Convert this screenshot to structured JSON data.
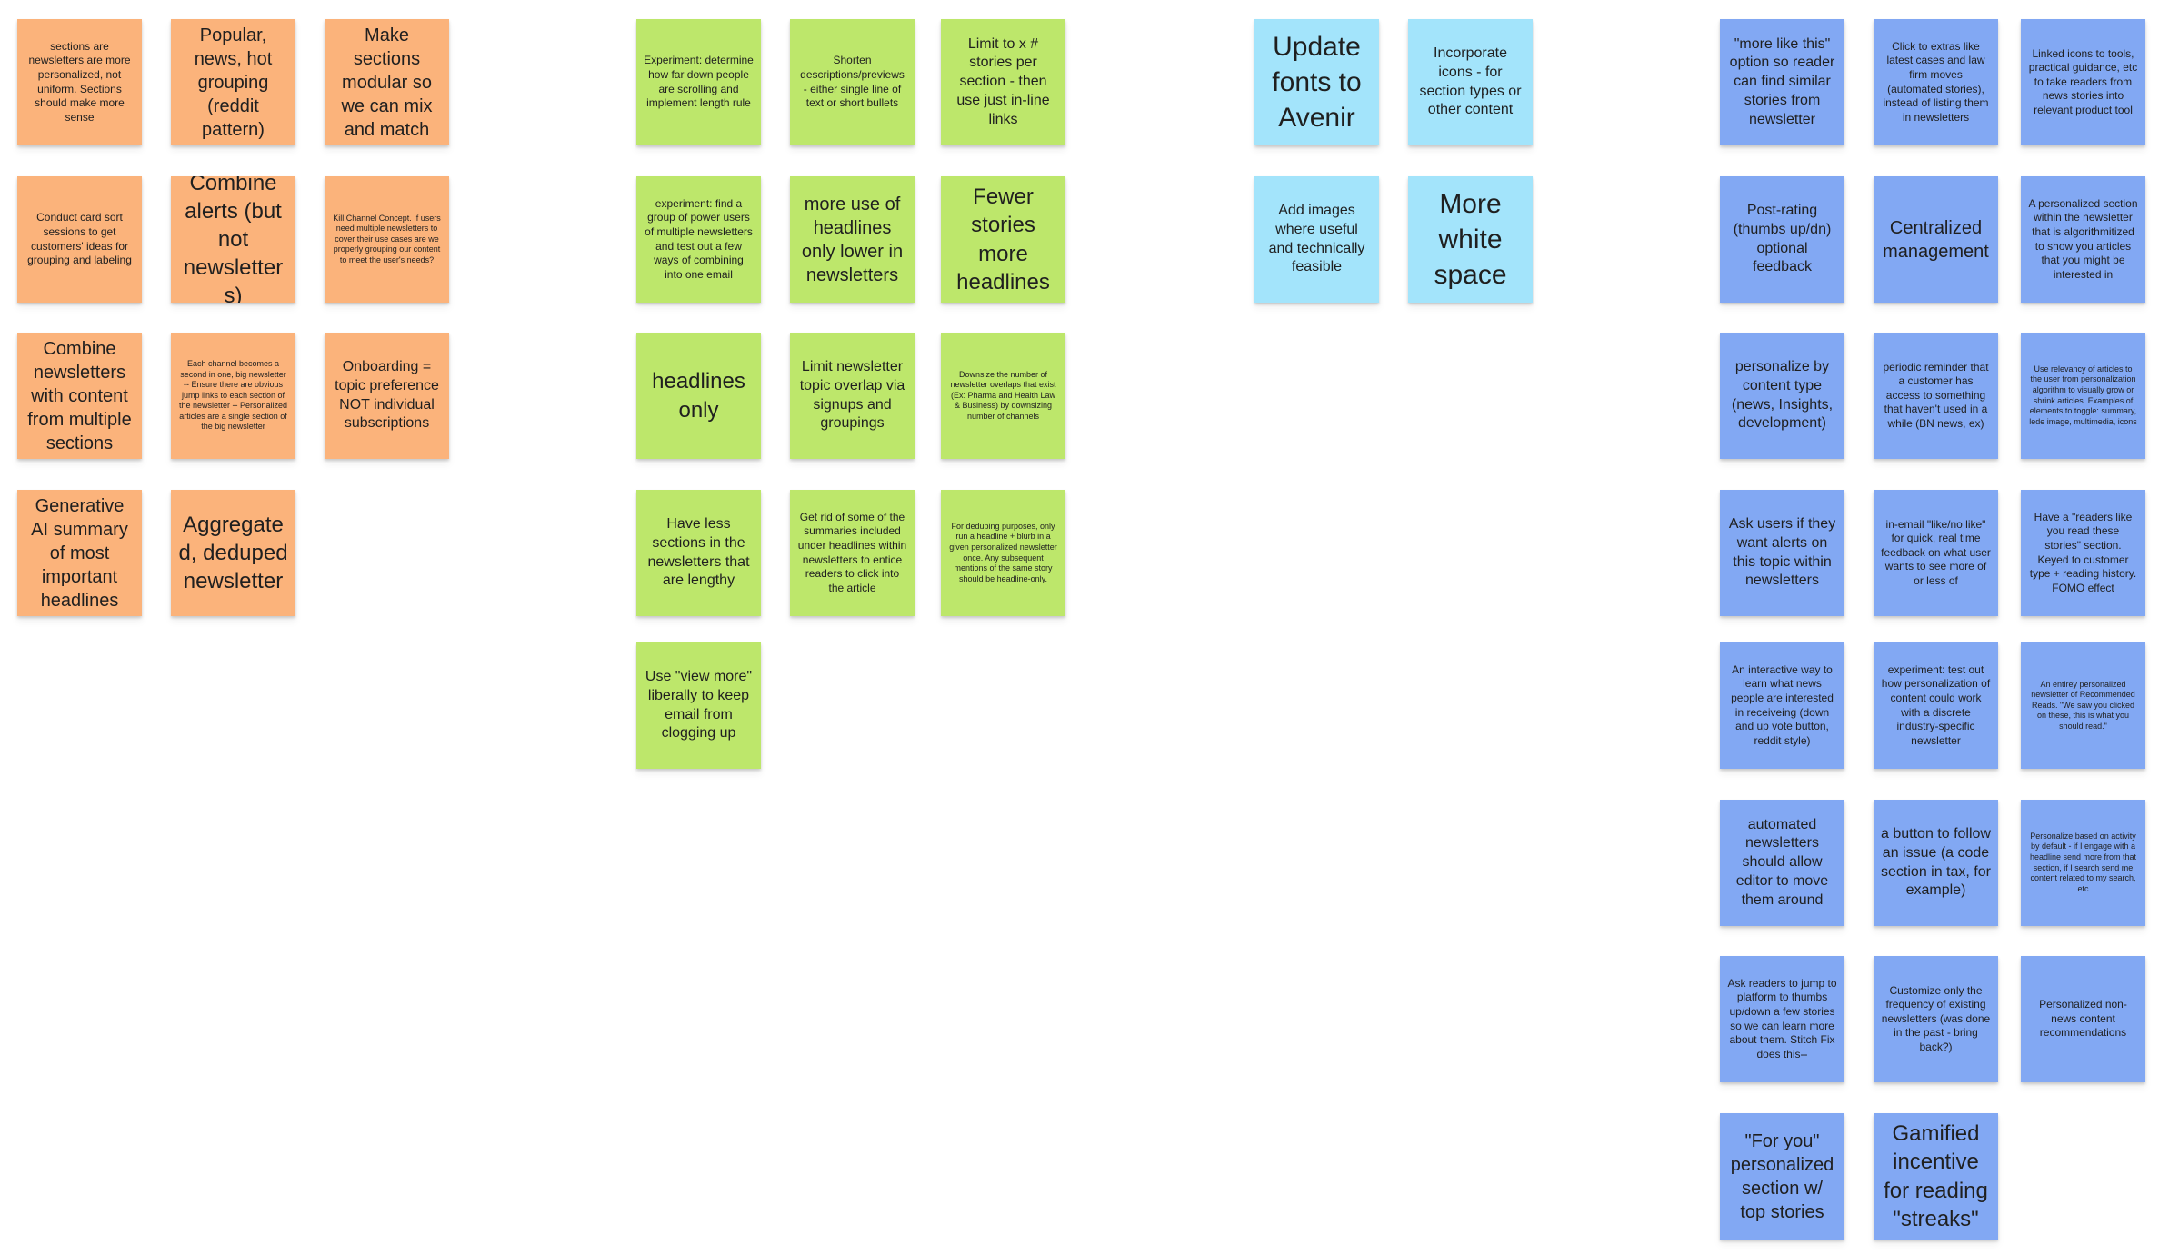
{
  "board": {
    "colors": {
      "orange": "#fbb37b",
      "green": "#bde76b",
      "cyan": "#a3e4fb",
      "blue": "#82a8f3"
    },
    "orange_notes": [
      "sections are newsletters are more personalized, not uniform. Sections should make more sense",
      "Popular, news, hot grouping (reddit pattern)",
      "Make sections modular so we can mix and match",
      "Conduct card sort sessions to get customers' ideas for grouping and labeling",
      "Combine alerts (but not newsletters)",
      "Kill Channel Concept. If users need multiple newsletters to cover their use cases are we properly grouping our content to meet the user's needs?",
      "Combine newsletters with content from multiple sections",
      "Each channel becomes a second in one, big newsletter -- Ensure there are obvious jump links to each section of the newsletter -- Personalized articles are a single section of the big newsletter",
      "Onboarding = topic preference NOT individual subscriptions",
      "Generative AI summary of most important headlines",
      "Aggregated, deduped newsletter"
    ],
    "green_notes": [
      "Experiment: determine how far down people are scrolling and implement length rule",
      "Shorten descriptions/previews - either single line of text or short bullets",
      "Limit to x # stories per section - then use just in-line links",
      "experiment: find a group of power users of multiple newsletters and test out a few ways of combining into one email",
      "more use of headlines only lower in newsletters",
      "Fewer stories more headlines",
      "headlines only",
      "Limit newsletter topic overlap via signups and groupings",
      "Downsize the number of newsletter overlaps that exist (Ex: Pharma and Health Law & Business) by downsizing number of channels",
      "Have less sections in the newsletters that are lengthy",
      "Get rid of some of the summaries included under headlines within newsletters to entice readers to click into the article",
      "For deduping purposes, only run a headline + blurb in a given personalized newsletter once. Any subsequent mentions of the same story should be headline-only.",
      "Use \"view more\" liberally to keep email from clogging up"
    ],
    "cyan_notes": [
      "Update fonts to Avenir",
      "Incorporate icons - for section types or other content",
      "Add images where useful and technically feasible",
      "More white space"
    ],
    "blue_notes": [
      "\"more like this\" option so reader can find similar stories from newsletter",
      "Click to extras like latest cases and law firm moves (automated stories), instead of listing them in newsletters",
      "Linked icons to tools, practical guidance, etc to take readers from news stories into relevant product tool",
      "Post-rating (thumbs up/dn) optional feedback",
      "Centralized management",
      "A personalized section within the newsletter that is algorithmitized to show you articles that you might be interested in",
      "personalize by content type (news, Insights, development)",
      "periodic reminder that a customer has access to something that haven't used in a while (BN news, ex)",
      "Use relevancy of articles to the user from personalization algorithm to visually grow or shrink articles. Examples of elements to toggle: summary, lede image, multimedia, icons",
      "Ask users if they want alerts on this topic within newsletters",
      "in-email \"like/no like\" for quick, real time feedback on what user wants to see more of or less of",
      "Have a \"readers like you read these stories\" section. Keyed to customer type + reading history. FOMO effect",
      "An interactive way to learn what news people are interested in receiveing (down and up vote button, reddit style)",
      "experiment: test out how personalization of content could work with a discrete industry-specific newsletter",
      "An entirey personalized newsletter of Recommended Reads. \"We saw you clicked on these, this is what you should read.\"",
      "automated newsletters should allow editor to move them around",
      "a button to follow an issue (a code section in tax, for example)",
      "Personalize based on activity by default - if I engage with a headline send more from that section, if I search send me content related to my search, etc",
      "Ask readers to jump to platform to thumbs up/down a few stories so we can learn more about them. Stitch Fix does this--",
      "Customize only the frequency of existing newsletters (was done in the past - bring back?)",
      "Personalized non-news content recommendations",
      "\"For you\" personalized section w/ top stories",
      "Gamified incentive for reading \"streaks\""
    ]
  }
}
